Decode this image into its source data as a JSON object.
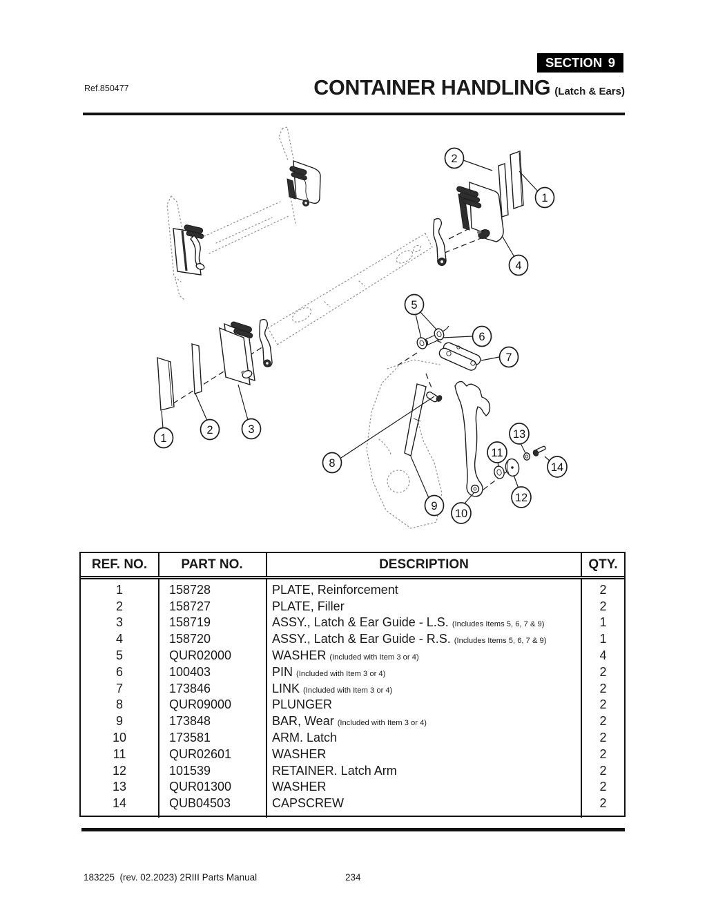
{
  "header": {
    "section_label": "SECTION",
    "section_number": "9",
    "ref": "Ref.850477",
    "title": "CONTAINER HANDLING",
    "subtitle": "(Latch & Ears)"
  },
  "diagram": {
    "callouts": [
      {
        "id": "callout-2-top",
        "label": "2"
      },
      {
        "id": "callout-1-top",
        "label": "1"
      },
      {
        "id": "callout-4",
        "label": "4"
      },
      {
        "id": "callout-5",
        "label": "5"
      },
      {
        "id": "callout-6",
        "label": "6"
      },
      {
        "id": "callout-7",
        "label": "7"
      },
      {
        "id": "callout-1-bottom",
        "label": "1"
      },
      {
        "id": "callout-2-bottom",
        "label": "2"
      },
      {
        "id": "callout-3",
        "label": "3"
      },
      {
        "id": "callout-8",
        "label": "8"
      },
      {
        "id": "callout-9",
        "label": "9"
      },
      {
        "id": "callout-10",
        "label": "10"
      },
      {
        "id": "callout-11",
        "label": "11"
      },
      {
        "id": "callout-12",
        "label": "12"
      },
      {
        "id": "callout-13",
        "label": "13"
      },
      {
        "id": "callout-14",
        "label": "14"
      }
    ]
  },
  "table": {
    "headers": [
      "REF. NO.",
      "PART NO.",
      "DESCRIPTION",
      "QTY."
    ],
    "rows": [
      {
        "ref": "1",
        "part": "158728",
        "desc": "PLATE, Reinforcement",
        "note": "",
        "qty": "2"
      },
      {
        "ref": "2",
        "part": "158727",
        "desc": "PLATE, Filler",
        "note": "",
        "qty": "2"
      },
      {
        "ref": "3",
        "part": "158719",
        "desc": "ASSY., Latch & Ear Guide - L.S.",
        "note": "(Includes Items 5, 6, 7 & 9)",
        "qty": "1"
      },
      {
        "ref": "4",
        "part": "158720",
        "desc": "ASSY., Latch & Ear Guide - R.S.",
        "note": "(Includes Items 5, 6, 7 & 9)",
        "qty": "1"
      },
      {
        "ref": "5",
        "part": "QUR02000",
        "desc": "WASHER",
        "note": "(Included with Item 3 or 4)",
        "qty": "4"
      },
      {
        "ref": "6",
        "part": "100403",
        "desc": "PIN",
        "note": "(Included with Item 3 or 4)",
        "qty": "2"
      },
      {
        "ref": "7",
        "part": "173846",
        "desc": "LINK",
        "note": "(Included with Item 3 or 4)",
        "qty": "2"
      },
      {
        "ref": "8",
        "part": "QUR09000",
        "desc": "PLUNGER",
        "note": "",
        "qty": "2"
      },
      {
        "ref": "9",
        "part": "173848",
        "desc": "BAR, Wear",
        "note": "(Included with Item 3 or 4)",
        "qty": "2"
      },
      {
        "ref": "10",
        "part": "173581",
        "desc": "ARM. Latch",
        "note": "",
        "qty": "2"
      },
      {
        "ref": "11",
        "part": "QUR02601",
        "desc": "WASHER",
        "note": "",
        "qty": "2"
      },
      {
        "ref": "12",
        "part": "101539",
        "desc": "RETAINER. Latch Arm",
        "note": "",
        "qty": "2"
      },
      {
        "ref": "13",
        "part": "QUR01300",
        "desc": "WASHER",
        "note": "",
        "qty": "2"
      },
      {
        "ref": "14",
        "part": "QUB04503",
        "desc": "CAPSCREW",
        "note": "",
        "qty": "2"
      }
    ]
  },
  "footer": {
    "doc_info": "183225  (rev. 02.2023) 2RIII Parts Manual",
    "page_number": "234"
  },
  "colors": {
    "ink": "#1a1a1a",
    "paper": "#ffffff"
  }
}
